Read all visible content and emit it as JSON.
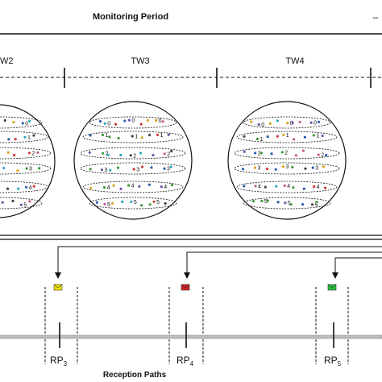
{
  "header": {
    "title": "Monitoring Period",
    "right_mark": "–"
  },
  "windows": [
    {
      "label": "W2"
    },
    {
      "label": "TW3"
    },
    {
      "label": "TW4"
    }
  ],
  "row_labels": [
    "0",
    "1",
    "2",
    "3",
    "4",
    "5"
  ],
  "reception_points": [
    {
      "name": "RP",
      "sub": "3",
      "envelope_color": "#f2e600"
    },
    {
      "name": "RP",
      "sub": "4",
      "envelope_color": "#d61f1f"
    },
    {
      "name": "RP",
      "sub": "5",
      "envelope_color": "#2bbf3a"
    }
  ],
  "footer": {
    "title": "Reception Paths"
  },
  "colors": {
    "dot_palette": [
      "#2a5db0",
      "#d13b3b",
      "#e0a020",
      "#3a9a3a",
      "#7a4fb0",
      "#2aa8c4",
      "#c45a9a",
      "#444444"
    ]
  }
}
